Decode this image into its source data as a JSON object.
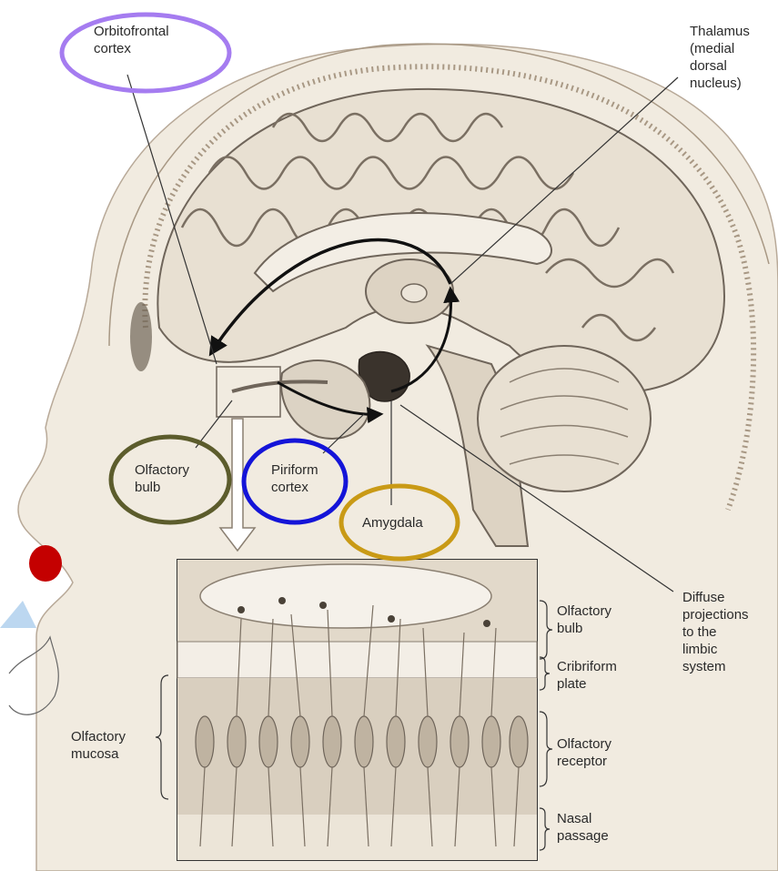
{
  "labels": {
    "orbitofrontal": "Orbitofrontal\ncortex",
    "thalamus": "Thalamus\n(medial\ndorsal\nnucleus)",
    "olfactory_bulb": "Olfactory\nbulb",
    "piriform": "Piriform\ncortex",
    "amygdala": "Amygdala",
    "diffuse": "Diffuse\nprojections\nto the\nlimbic\nsystem",
    "inset_bulb": "Olfactory\nbulb",
    "cribriform": "Cribriform\nplate",
    "receptor": "Olfactory\nreceptor",
    "nasal": "Nasal\npassage",
    "mucosa": "Olfactory\nmucosa"
  },
  "highlight_colors": {
    "orbitofrontal": "#a57cf0",
    "olfactory_bulb": "#5c5c2c",
    "piriform": "#1414d8",
    "amygdala": "#c99a16",
    "nose_marker": "#c40000"
  }
}
